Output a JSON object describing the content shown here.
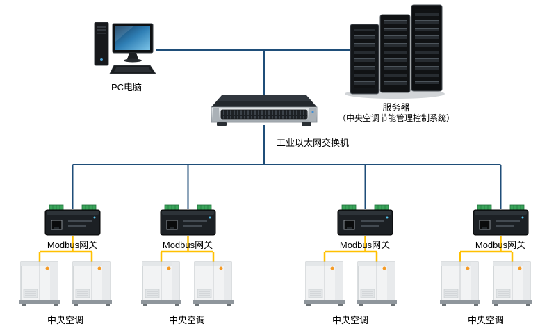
{
  "diagram": {
    "pc": {
      "label": "PC电脑"
    },
    "server": {
      "label": "服务器",
      "sublabel": "（中央空调节能管理控制系统）"
    },
    "switch": {
      "label": "工业以太网交换机"
    },
    "gateways": [
      {
        "label": "Modbus网关"
      },
      {
        "label": "Modbus网关"
      },
      {
        "label": "Modbus网关"
      },
      {
        "label": "Modbus网关"
      }
    ],
    "ac_groups": [
      {
        "label": "中央空调"
      },
      {
        "label": "中央空调"
      },
      {
        "label": "中央空调"
      },
      {
        "label": "中央空调"
      }
    ],
    "colors": {
      "ethernet_line": "#1f4e79",
      "modbus_line": "#ffc000",
      "background": "#ffffff",
      "label_text": "#000000"
    }
  }
}
